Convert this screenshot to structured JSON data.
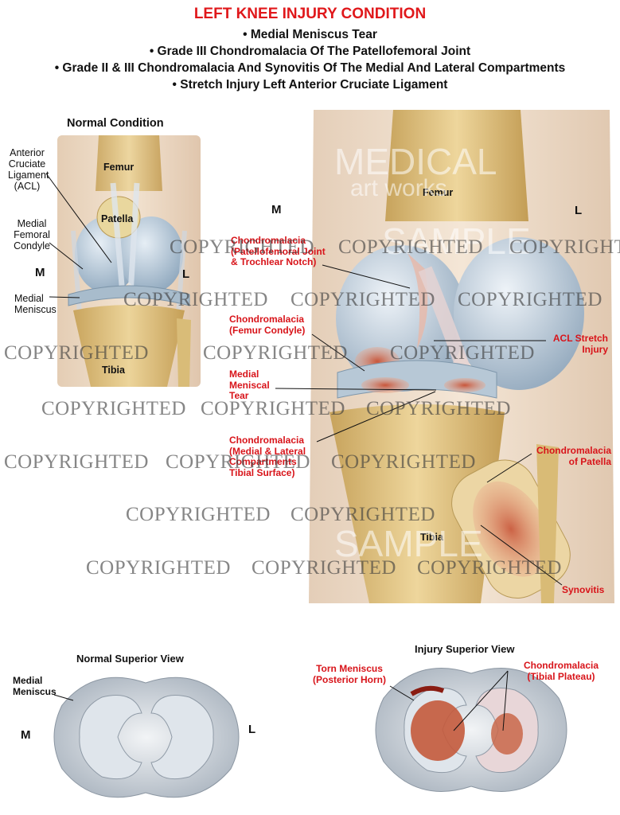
{
  "header": {
    "title": "LEFT KNEE INJURY CONDITION",
    "lines": [
      "• Medial Meniscus Tear",
      "• Grade III Chondromalacia Of  The Patellofemoral Joint",
      "• Grade II & III Chondromalacia And Synovitis Of The Medial And Lateral Compartments",
      "• Stretch Injury Left Anterior Cruciate Ligament"
    ]
  },
  "normal": {
    "title": "Normal Condition",
    "labels": {
      "acl": [
        "Anterior",
        "Cruciate",
        "Ligament",
        "(ACL)"
      ],
      "femur": "Femur",
      "patella": "Patella",
      "femoral_condyle": [
        "Medial",
        "Femoral",
        "Condyle"
      ],
      "medial_meniscus": [
        "Medial",
        "Meniscus"
      ],
      "tibia": "Tibia",
      "m": "M",
      "l": "L"
    }
  },
  "injury": {
    "labels": {
      "femur": "Femur",
      "tibia": "Tibia",
      "m": "M",
      "l": "L",
      "patellofemoral": [
        "Chondromalacia",
        "(Patellofemoral Joint",
        "& Trochlear Notch)"
      ],
      "femur_condyle": [
        "Chondromalacia",
        "(Femur Condyle)"
      ],
      "acl_stretch": [
        "ACL Stretch",
        "Injury"
      ],
      "meniscal_tear": [
        "Medial",
        "Meniscal",
        "Tear"
      ],
      "tibial_surface": [
        "Chondromalacia",
        "(Medial & Lateral",
        "Compartments",
        "Tibial Surface)"
      ],
      "patella": [
        "Chondromalacia",
        "of Patella"
      ],
      "synovitis": "Synovitis"
    }
  },
  "normal_superior": {
    "title": "Normal Superior View",
    "labels": {
      "medial_meniscus": [
        "Medial",
        "Meniscus"
      ],
      "m": "M",
      "l": "L"
    }
  },
  "injury_superior": {
    "title": "Injury Superior View",
    "labels": {
      "torn_meniscus": [
        "Torn Meniscus",
        "(Posterior Horn)"
      ],
      "tibial_plateau": [
        "Chondromalacia",
        "(Tibial Plateau)"
      ]
    }
  },
  "watermark": {
    "copyright": "COPYRIGHTED",
    "sample": "SAMPLE",
    "brand_1": "MEDICAL",
    "brand_2": "art works"
  },
  "colors": {
    "title_red": "#e0181b",
    "label_red": "#d8141a",
    "bone": "#e2c98a",
    "cartilage": "#b8c9d6",
    "skin": "#ecd9c4"
  }
}
